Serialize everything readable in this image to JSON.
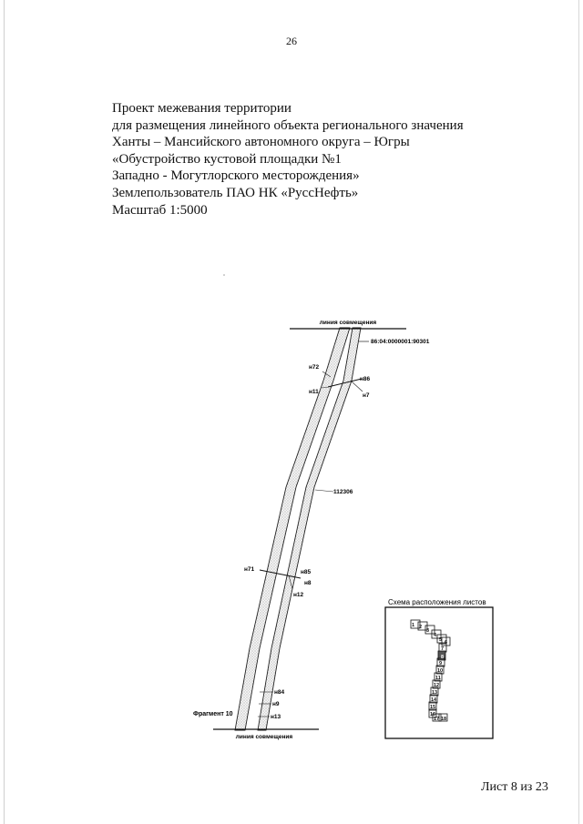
{
  "page_number": "26",
  "title_lines": [
    "Проект межевания территории",
    "для размещения линейного объекта регионального значения",
    "Ханты – Мансийского автономного округа – Югры",
    "«Обустройство кустовой площадки №1",
    "Западно - Могутлорского месторождения»",
    "Землепользователь ПАО НК «РуссНефть»",
    "Масштаб 1:5000"
  ],
  "map": {
    "match_line_top": "линия совмещения",
    "match_line_bottom": "линия совмещения",
    "cadastral_number": "86:04:0000001:90301",
    "parcel_label": "112306",
    "fragment_label": "Фрагмент 10",
    "point_labels": {
      "n72": "н72",
      "n11": "н11",
      "n86": "н86",
      "n7": "н7",
      "n71": "н71",
      "n85": "н85",
      "n8": "н8",
      "n12": "н12",
      "n84": "н84",
      "n9": "н9",
      "n13": "н13"
    }
  },
  "inset": {
    "title": "Схема расположения листов",
    "sheet_numbers": [
      "1",
      "2",
      "3",
      "4",
      "5",
      "6",
      "7",
      "8",
      "9",
      "10",
      "11",
      "12",
      "13",
      "14",
      "15",
      "16",
      "17",
      "18"
    ]
  },
  "footer": {
    "sheet_text": "Лист 8 из 23"
  }
}
